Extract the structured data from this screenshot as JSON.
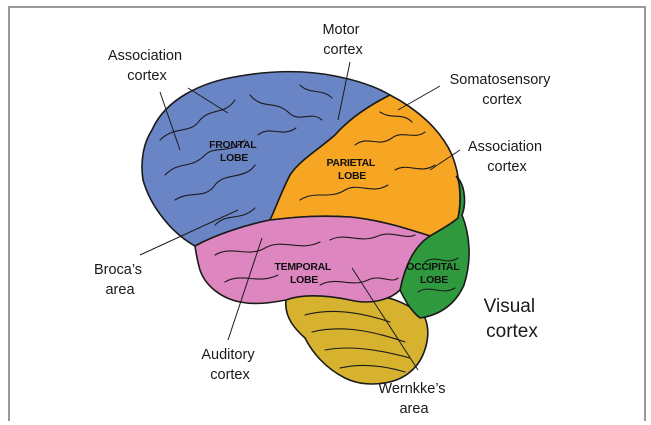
{
  "colors": {
    "frontal": "#6a85c6",
    "parietal": "#f6a623",
    "temporal": "#de86c0",
    "occipital": "#2e9a3d",
    "cerebellum": "#d6b22e",
    "frame": "#9a9a9a"
  },
  "lobes": {
    "frontal": [
      "FRONTAL",
      "LOBE"
    ],
    "parietal": [
      "PARIETAL",
      "LOBE"
    ],
    "temporal": [
      "TEMPORAL",
      "LOBE"
    ],
    "occipital": [
      "OCCIPITAL",
      "LOBE"
    ]
  },
  "labels": {
    "association_left": [
      "Association",
      "cortex"
    ],
    "motor": [
      "Motor",
      "cortex"
    ],
    "somatosensory": [
      "Somatosensory",
      "cortex"
    ],
    "association_right": [
      "Association",
      "cortex"
    ],
    "broca": [
      "Broca’s",
      "area"
    ],
    "auditory": [
      "Auditory",
      "cortex"
    ],
    "wernicke": [
      "Wernkke’s",
      "area"
    ],
    "visual": [
      "Visual",
      "cortex"
    ]
  }
}
